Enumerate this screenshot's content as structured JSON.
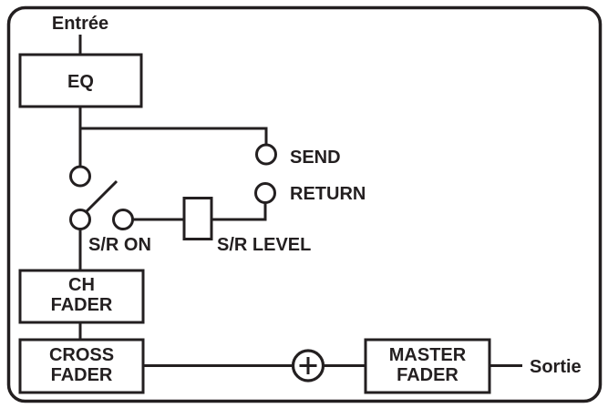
{
  "diagram": {
    "type": "signal-flow-block-diagram",
    "io": {
      "input_label": "Entrée",
      "output_label": "Sortie"
    },
    "blocks": {
      "eq": {
        "label": "EQ"
      },
      "ch_fader": {
        "line1": "CH",
        "line2": "FADER"
      },
      "cross_fader": {
        "line1": "CROSS",
        "line2": "FADER"
      },
      "master_fader": {
        "line1": "MASTER",
        "line2": "FADER"
      }
    },
    "ports": {
      "send_label": "SEND",
      "return_label": "RETURN"
    },
    "controls": {
      "sr_on_label": "S/R ON",
      "sr_level_label": "S/R LEVEL"
    },
    "icons": {
      "sum_node": "plus-in-circle-icon",
      "switch": "open-switch-icon"
    },
    "colors": {
      "ink": "#231f20",
      "background": "#ffffff",
      "level_box_fill": "#b3b3b3"
    }
  }
}
